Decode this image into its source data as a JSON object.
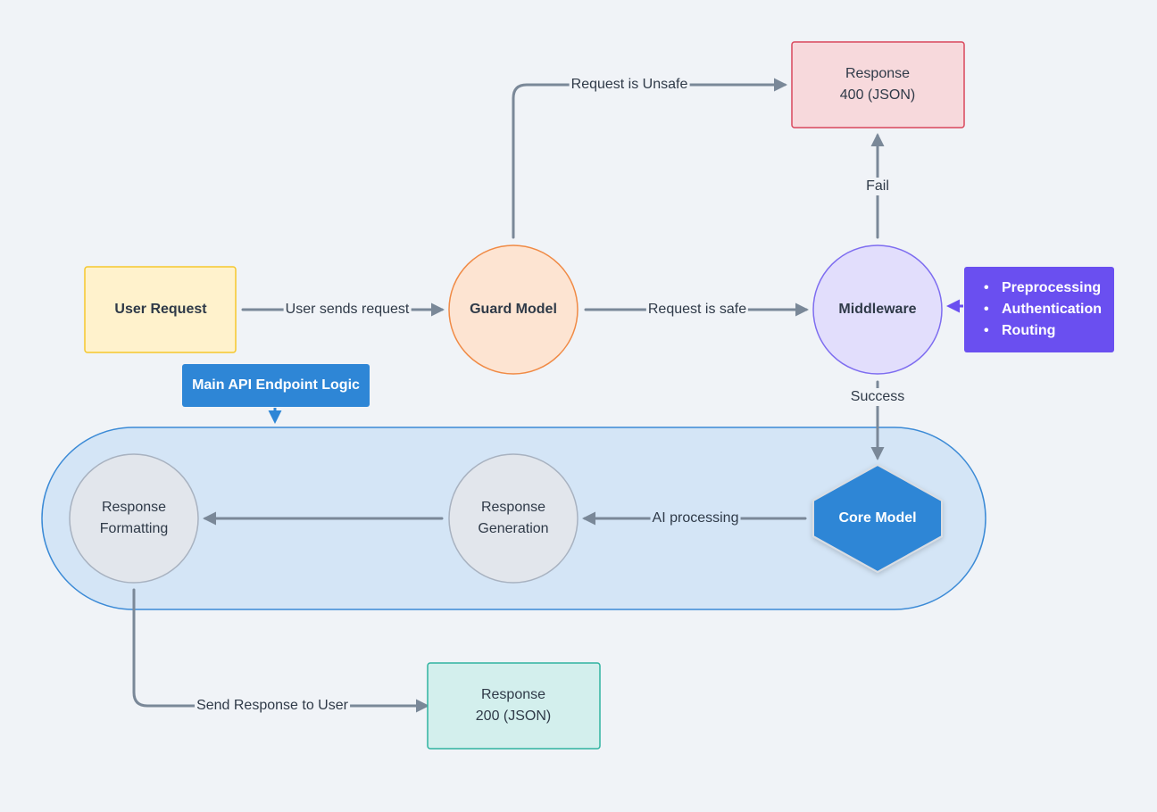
{
  "nodes": {
    "user_request": "User Request",
    "guard_model": "Guard Model",
    "middleware": "Middleware",
    "response_400_line1": "Response",
    "response_400_line2": "400 (JSON)",
    "core_model": "Core Model",
    "response_generation_line1": "Response",
    "response_generation_line2": "Generation",
    "response_formatting_line1": "Response",
    "response_formatting_line2": "Formatting",
    "response_200_line1": "Response",
    "response_200_line2": "200 (JSON)"
  },
  "edges": {
    "user_sends_request": "User sends request",
    "request_is_safe": "Request is safe",
    "request_is_unsafe": "Request is Unsafe",
    "fail": "Fail",
    "success": "Success",
    "ai_processing": "AI processing",
    "send_response_to_user": "Send Response to User"
  },
  "annotations": {
    "main_api_tag": "Main API Endpoint Logic",
    "middleware_steps": [
      "Preprocessing",
      "Authentication",
      "Routing"
    ]
  },
  "colors": {
    "background": "#f0f3f7",
    "edge": "#7a8898",
    "user_request_fill": "#fff2cc",
    "user_request_stroke": "#f5c72d",
    "guard_fill": "#fde4d2",
    "guard_stroke": "#f08a45",
    "middleware_fill": "#e2defc",
    "middleware_stroke": "#7e6df0",
    "error_fill": "#f7d9dc",
    "error_stroke": "#d9475c",
    "success_fill": "#d3efed",
    "success_stroke": "#2fb3a0",
    "group_fill": "#d4e5f6",
    "group_stroke": "#3b8ad6",
    "core_fill": "#2e86d6",
    "tag_blue": "#2e86d6",
    "tag_purple": "#6a4ff0",
    "neutral_fill": "#e2e6ec",
    "neutral_stroke": "#a8b2c0"
  }
}
